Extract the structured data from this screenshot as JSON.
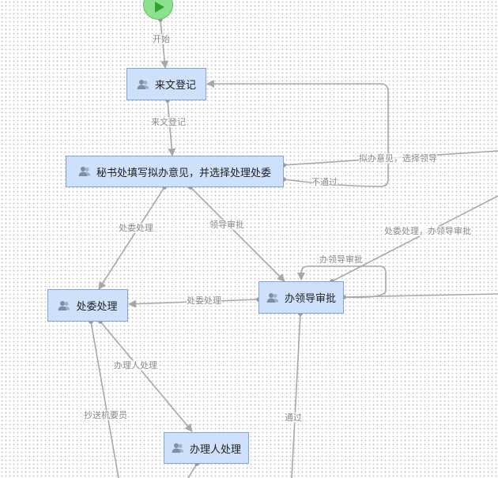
{
  "nodes": {
    "start": {
      "icon": "play-icon"
    },
    "laiwen": {
      "label": "来文登记",
      "icon": "users-icon"
    },
    "mishu": {
      "label": "秘书处填写拟办意见，并选择处理处委",
      "icon": "users-icon"
    },
    "chuwei": {
      "label": "处委处理",
      "icon": "users-icon"
    },
    "banlingdao": {
      "label": "办领导审批",
      "icon": "users-icon"
    },
    "banliren": {
      "label": "办理人处理",
      "icon": "users-icon"
    }
  },
  "edges": {
    "kaishi": "开始",
    "laiwen_dengji": "来文登记",
    "nibanyijian": "拟办意见，选择领导",
    "butongguo": "不通过",
    "chuwei_chuli_1": "处委处理",
    "lingdao_shenpi": "领导审批",
    "chuwei_banlingdao": "处委处理，办领导审批",
    "banlingdao_shenpi_loop": "办领导审批",
    "chuwei_chuli_2": "处委处理",
    "banliren_chuli": "办理人处理",
    "chaosong": "抄送机要员",
    "tongguo": "通过"
  },
  "colors": {
    "node_fill": "#cfe0fb",
    "node_border": "#7ea6dc",
    "edge": "#a8a8a8",
    "start_fill": "#8de08d"
  }
}
